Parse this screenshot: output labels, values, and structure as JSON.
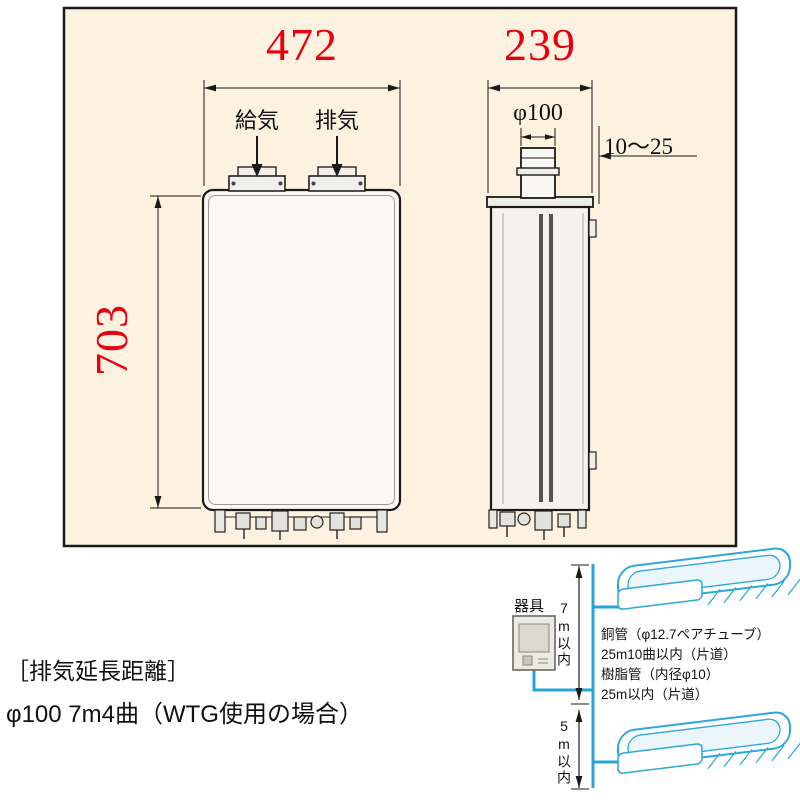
{
  "drawing": {
    "dim_front_width": "472",
    "dim_side_depth": "239",
    "dim_height": "703",
    "intake_label": "給気",
    "exhaust_label": "排気",
    "pipe_diameter_label": "φ100",
    "wall_clearance_label": "10～25"
  },
  "captions": {
    "heading": "［排気延長距離］",
    "detail": "φ100 7m4曲（WTG使用の場合）"
  },
  "plumbing": {
    "unit_label": "器具",
    "upper_limit_label": "7m以内",
    "lower_limit_label": "5m以内",
    "notes": [
      "銅管（φ12.7ペアチューブ）",
      "25m10曲以内（片道）",
      "樹脂管（内径φ10）",
      "25m以内（片道）"
    ]
  },
  "colors": {
    "dimension_red": "#e60012",
    "pipe_blue": "#29a3d7",
    "panel_background": "#fcf2df"
  }
}
